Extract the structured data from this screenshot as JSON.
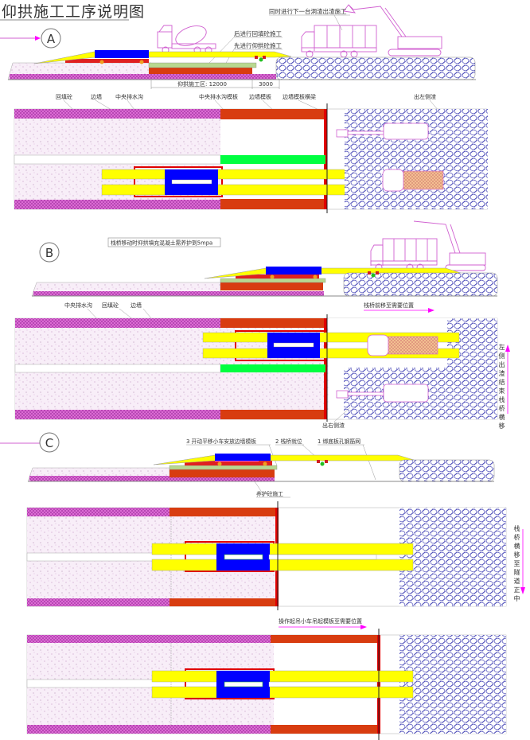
{
  "title": "仰拱施工工序说明图",
  "steps": {
    "a": "A",
    "b": "B",
    "c": "C"
  },
  "colors": {
    "formwork": "#d83c10",
    "trestle": "#ffff00",
    "trolley": "#0000ff",
    "drain_form": "#00ff40",
    "arrow": "#ff00ff",
    "gravel": "#4a4ab8",
    "fill_hatch": "#e070d8"
  },
  "section_a": {
    "note_next": "同时进行下一台洞渣出渣施工",
    "note_backfill": "后进行回填砼施工",
    "note_invert": "先进行仰拱砼施工",
    "dim_invert": "仰拱施工区: 12000",
    "dim_gap": "3000",
    "labels": {
      "backfill": "回填砼",
      "side_wall": "边墙",
      "central_drain": "中央排水沟",
      "drain_form": "中央排水沟模板",
      "wall_form": "边墙模板",
      "wall_form_beam": "边墙模板横梁",
      "left_muck": "出左侧渣"
    }
  },
  "section_b": {
    "note": "栈桥移动时仰拱填充混凝土需养护到5mpa",
    "labels": {
      "central_drain": "中央排水沟",
      "backfill": "回填砼",
      "side_wall": "边墙"
    },
    "move_note": "栈桥前移至需要位置",
    "side_note": "左侧出渣结束栈桥横移",
    "right_muck": "出右侧渣"
  },
  "section_c": {
    "step3": "3 开动平移小车安放边墙模板",
    "step2": "2 栈桥就位",
    "step1": "1 绑底板孔钢筋网",
    "cure": "养护砼施工",
    "side_note": "栈桥横移至隧道正中",
    "lift_note": "操作起吊小车吊起模板至需要位置"
  }
}
